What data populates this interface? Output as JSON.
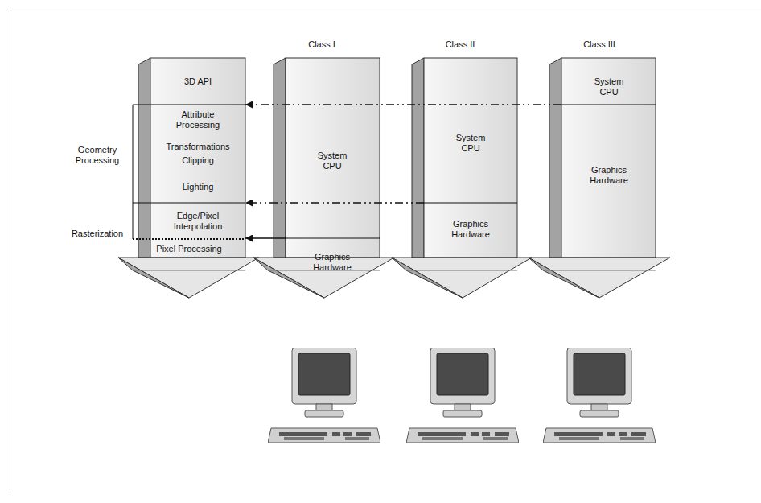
{
  "diagram": {
    "nodes": [
      {
        "text": [
          "3D API",
          "Attribute Processing",
          "Transformations",
          "Clipping",
          "Lighting",
          "Edge/Pixel Interpolation",
          "Pixel Processing"
        ]
      },
      {
        "text": [
          "Class I"
        ]
      },
      {
        "text": [
          "System CPU"
        ],
        "in": 1
      },
      {
        "text": [
          "Graphics Hardware"
        ],
        "in": 1
      },
      {
        "text": [
          "Class II"
        ]
      },
      {
        "text": [
          "System CPU"
        ],
        "in": 4
      },
      {
        "text": [
          "Graphics Hardware"
        ],
        "in": 4
      },
      {
        "text": [
          "Class III"
        ]
      },
      {
        "text": [
          "System CPU"
        ],
        "in": 7
      },
      {
        "text": [
          "Graphics Hardware"
        ],
        "in": 7
      }
    ],
    "edges": [
      {
        "from": 7,
        "to": 0,
        "arrow": "to"
      },
      {
        "from": 4,
        "to": 0,
        "arrow": "to"
      },
      {
        "from": 1,
        "to": 0,
        "arrow": "to"
      }
    ],
    "labels": [
      "Geometry Processing",
      "Rasterization"
    ]
  }
}
